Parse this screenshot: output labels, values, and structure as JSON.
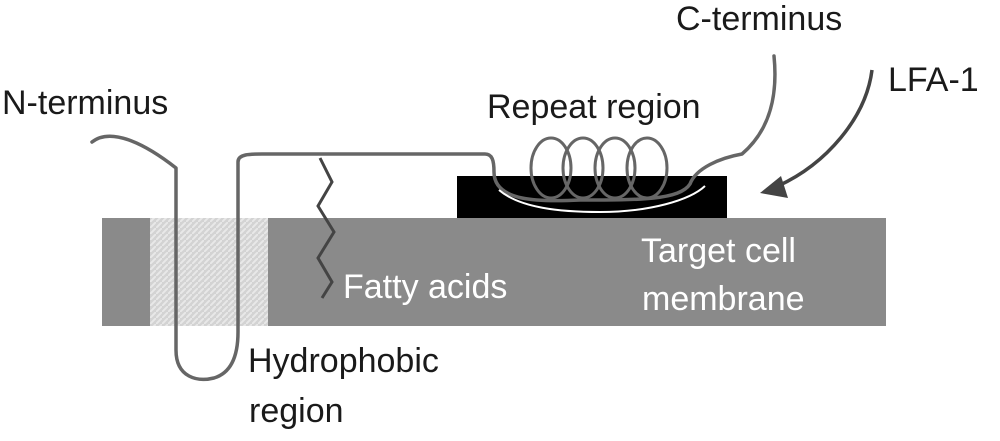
{
  "diagram": {
    "labels": {
      "n_terminus": "N-terminus",
      "c_terminus": "C-terminus",
      "repeat_region": "Repeat region",
      "lfa1": "LFA-1",
      "fatty_acids": "Fatty acids",
      "target_cell_line1": "Target cell",
      "target_cell_line2": "membrane",
      "hydrophobic_line1": "Hydrophobic",
      "hydrophobic_line2": "region"
    },
    "colors": {
      "membrane": "#8a8a8a",
      "hatched_region": "#d6d6d6",
      "receptor": "#000000",
      "chain": "#666666",
      "label_dark": "#1a1a1a",
      "label_light": "#ffffff"
    }
  }
}
